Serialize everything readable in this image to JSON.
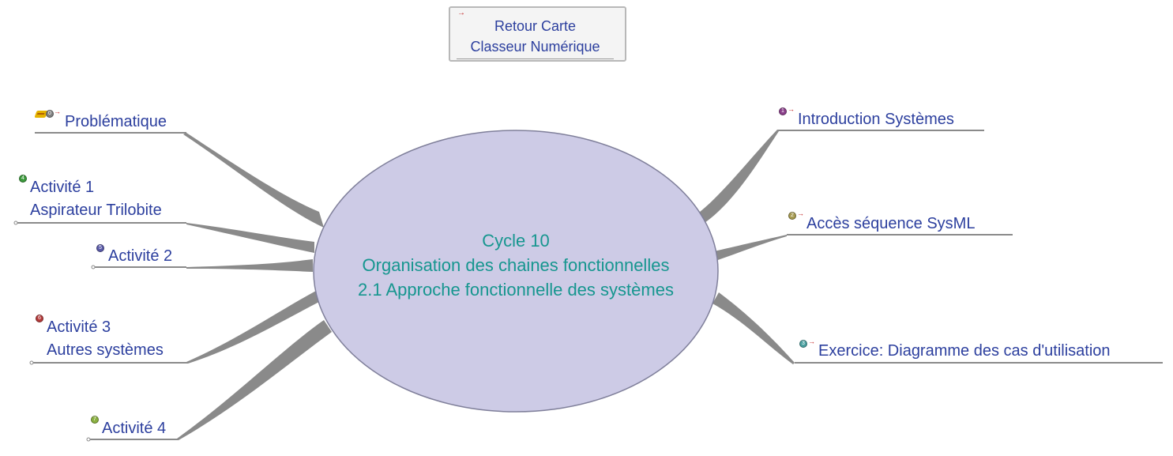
{
  "top_link": {
    "line1": "Retour Carte",
    "line2": "Classeur Numérique"
  },
  "center": {
    "line1": "Cycle 10",
    "line2": "Organisation des chaines fonctionnelles",
    "line3": "2.1 Approche fonctionnelle des systèmes"
  },
  "left_branches": [
    {
      "text": "Problématique",
      "badge": "0"
    },
    {
      "line1": "Activité 1",
      "line2": "Aspirateur Trilobite",
      "badge": "4"
    },
    {
      "text": "Activité 2",
      "badge": "5"
    },
    {
      "line1": "Activité 3",
      "line2": "Autres systèmes",
      "badge": "6"
    },
    {
      "text": "Activité 4",
      "badge": "7"
    }
  ],
  "right_branches": [
    {
      "text": "Introduction Systèmes",
      "badge": "1"
    },
    {
      "text": "Accès séquence  SysML",
      "badge": "2"
    },
    {
      "text": "Exercice: Diagramme des cas d'utilisation",
      "badge": "3"
    }
  ],
  "colors": {
    "center_fill": "#cdcbe6",
    "center_text": "#16968f",
    "branch_text": "#2c3f9e",
    "connector": "#8a8a8a",
    "badge_0": "#808080",
    "badge_1": "#8a3e8a",
    "badge_2": "#a69a50",
    "badge_3": "#4aa0a0",
    "badge_4": "#3c9a3c",
    "badge_5": "#5a5aa8",
    "badge_6": "#b43a3a",
    "badge_7": "#8ab040"
  },
  "icons": [
    "link-arrow-icon",
    "number-badge-icon",
    "pencil-icon"
  ]
}
